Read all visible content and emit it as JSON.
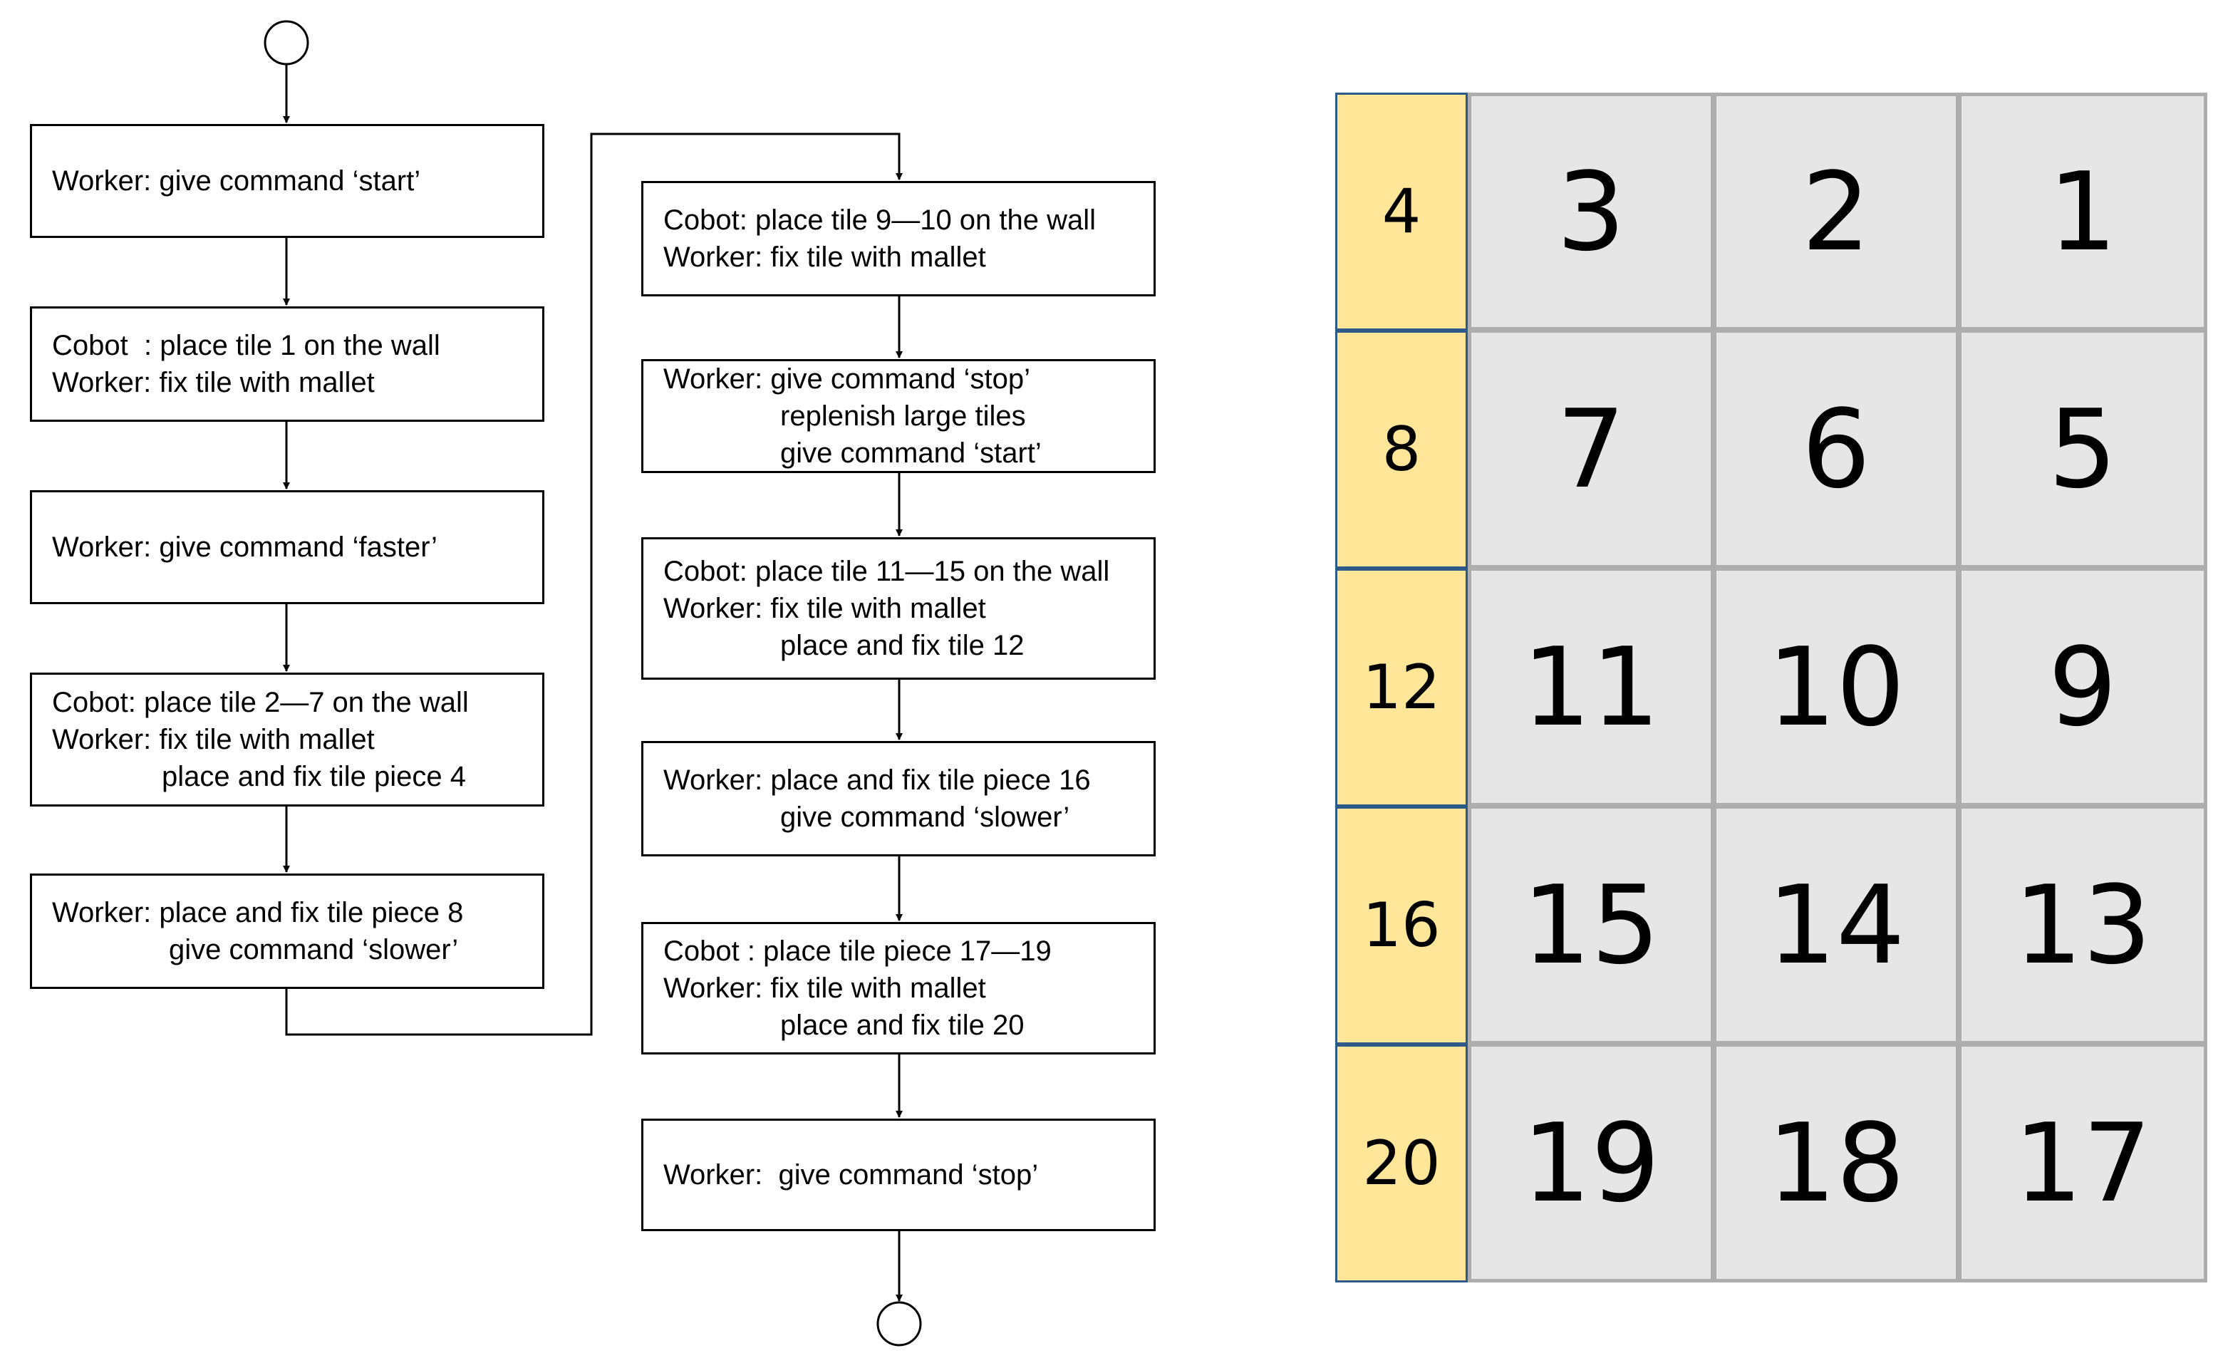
{
  "flowchart": {
    "left_column": [
      {
        "lines": [
          "Worker: give command ‘start’"
        ]
      },
      {
        "lines": [
          "Cobot  : place tile 1 on the wall",
          "Worker: fix tile with mallet"
        ]
      },
      {
        "lines": [
          "Worker: give command ‘faster’"
        ]
      },
      {
        "lines": [
          "Cobot: place tile 2—7 on the wall",
          "Worker: fix tile with mallet",
          "place and fix tile piece 4"
        ]
      },
      {
        "lines": [
          "Worker: place and fix tile piece 8",
          "give command ‘slower’"
        ]
      }
    ],
    "right_column": [
      {
        "lines": [
          "Cobot: place tile 9—10 on the wall",
          "Worker: fix tile with mallet"
        ]
      },
      {
        "lines": [
          "Worker: give command ‘stop’",
          "replenish large tiles",
          "give command ‘start’"
        ]
      },
      {
        "lines": [
          "Cobot: place tile 11—15 on the wall",
          "Worker: fix tile with mallet",
          "place and fix tile 12"
        ]
      },
      {
        "lines": [
          "Worker: place and fix tile piece 16",
          "give command ‘slower’"
        ]
      },
      {
        "lines": [
          "Cobot : place tile piece 17—19",
          "Worker: fix tile with mallet",
          "place and fix tile 20"
        ]
      },
      {
        "lines": [
          "Worker:  give command ‘stop’"
        ]
      }
    ]
  },
  "tile_grid": {
    "side_column": [
      "4",
      "8",
      "12",
      "16",
      "20"
    ],
    "rows": [
      [
        "3",
        "2",
        "1"
      ],
      [
        "7",
        "6",
        "5"
      ],
      [
        "11",
        "10",
        "9"
      ],
      [
        "15",
        "14",
        "13"
      ],
      [
        "19",
        "18",
        "17"
      ]
    ],
    "colors": {
      "side": "#ffe699",
      "cell": "#e6e6e6",
      "cell_border": "#adadad",
      "side_border": "#2e5a8a"
    }
  }
}
